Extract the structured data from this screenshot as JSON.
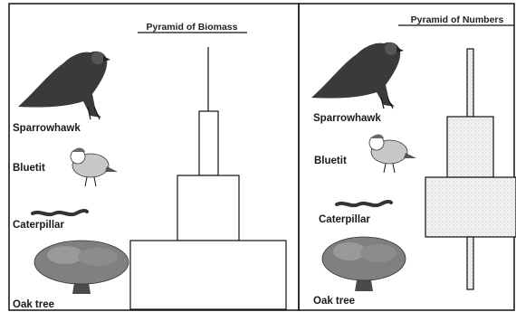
{
  "panels": {
    "biomass": {
      "title": "Pyramid of Biomass"
    },
    "numbers": {
      "title": "Pyramid of Numbers"
    }
  },
  "organisms": [
    {
      "label": "Sparrowhawk",
      "icon": "sparrowhawk-icon"
    },
    {
      "label": "Bluetit",
      "icon": "bluetit-icon"
    },
    {
      "label": "Caterpillar",
      "icon": "caterpillar-icon"
    },
    {
      "label": "Oak tree",
      "icon": "oak-tree-icon"
    }
  ],
  "colors": {
    "outline": "#111111",
    "bird_dark": "#3a3a3a",
    "tree_canopy": "#808080",
    "stipple": "#d8d8d8"
  }
}
